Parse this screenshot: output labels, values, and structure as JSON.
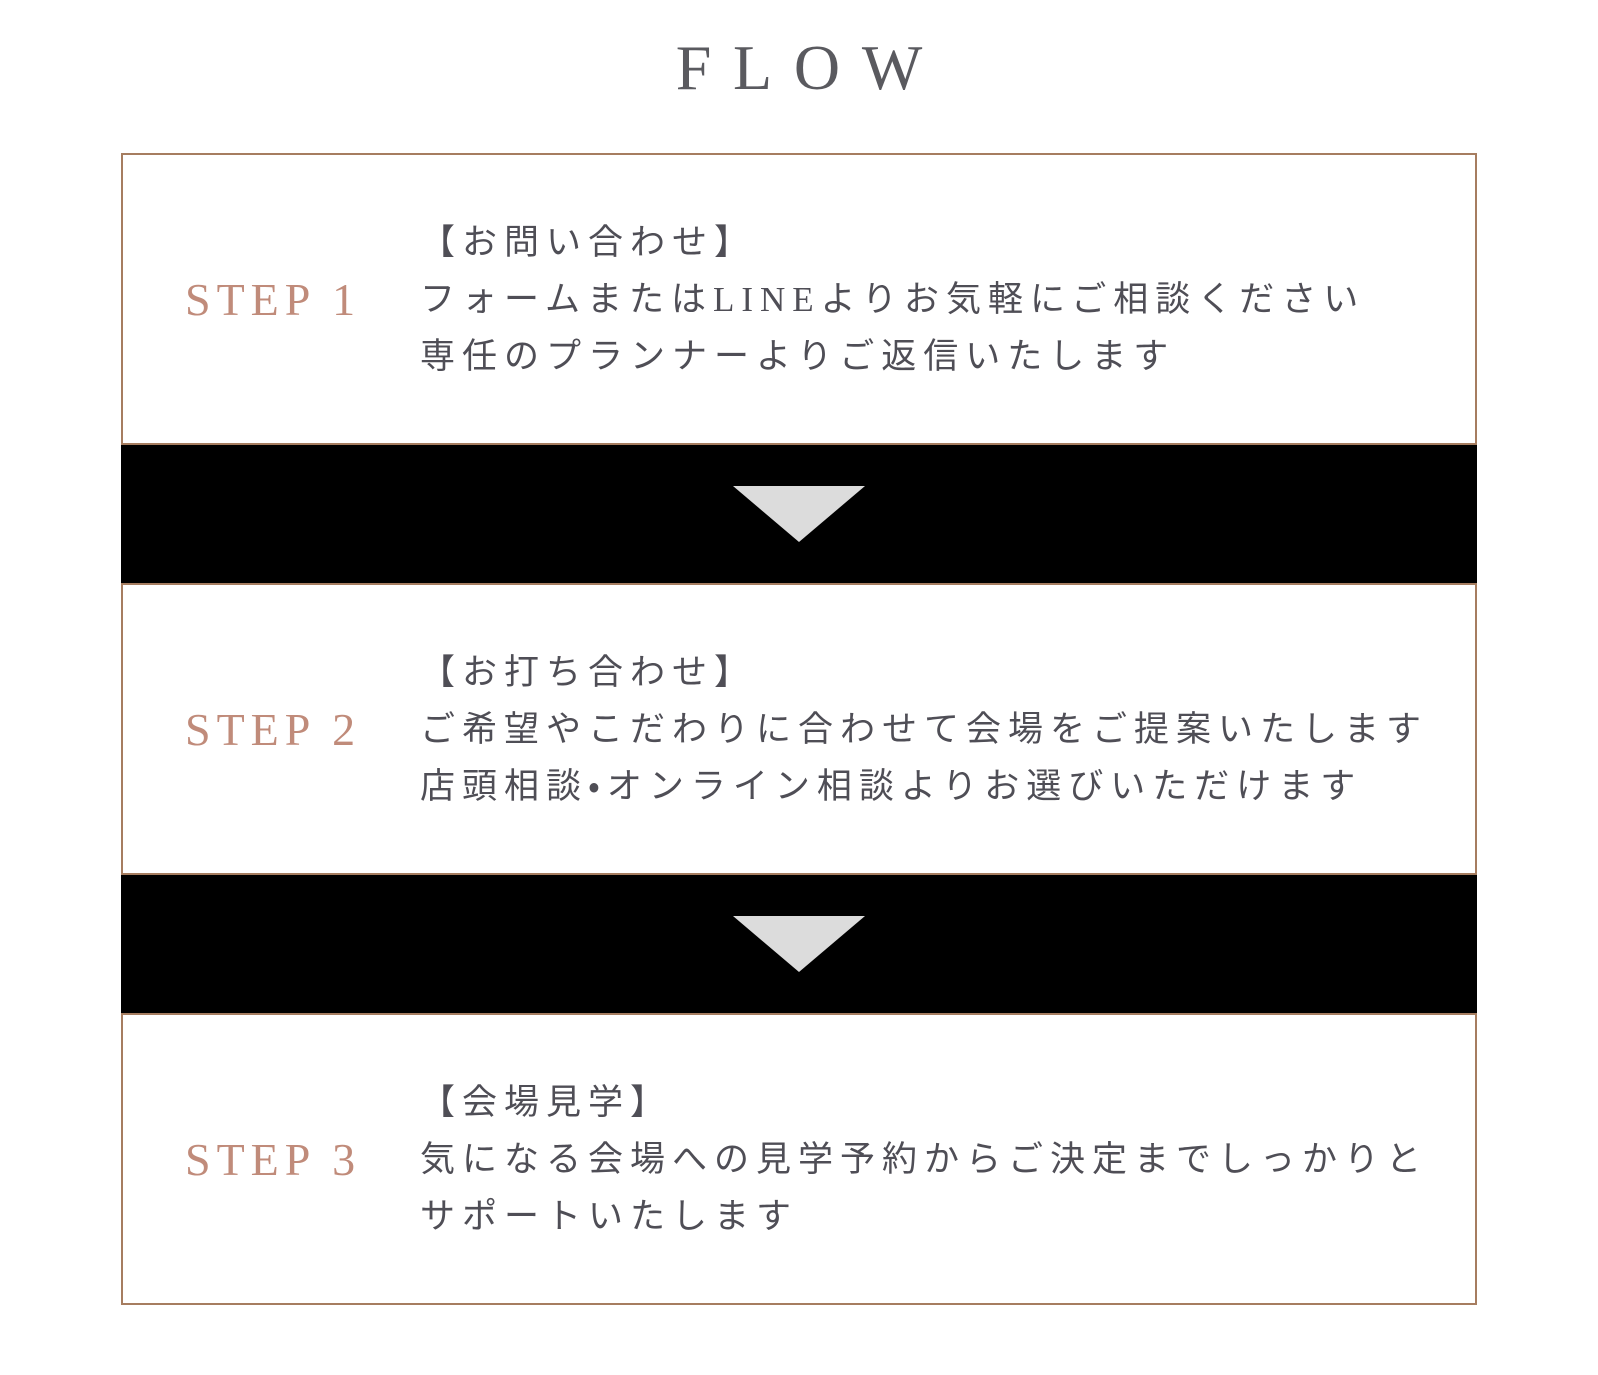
{
  "page": {
    "title": "FLOW"
  },
  "colors": {
    "box_border": "#a67d60",
    "step_label": "#c08b7a",
    "body_text": "#4f4e56",
    "title_text": "#5a5a5f",
    "connector_background": "#000000",
    "arrow": "#dcdcdc",
    "page_background": "#ffffff"
  },
  "steps": [
    {
      "label": "STEP 1",
      "heading": "【お問い合わせ】",
      "line1": "フォームまたはLINEよりお気軽にご相談ください",
      "line2": "専任のプランナーよりご返信いたします"
    },
    {
      "label": "STEP 2",
      "heading": "【お打ち合わせ】",
      "line1": "ご希望やこだわりに合わせて会場をご提案いたします",
      "line2": "店頭相談・オンライン相談よりお選びいただけます"
    },
    {
      "label": "STEP 3",
      "heading": "【会場見学】",
      "line1": "気になる会場への見学予約からご決定までしっかりと",
      "line2": "サポートいたします"
    }
  ]
}
